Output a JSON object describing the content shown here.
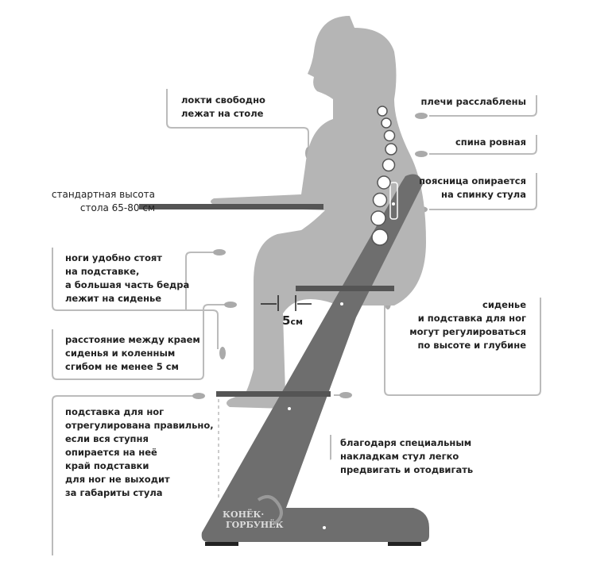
{
  "labels": {
    "elbows": "локти свободно\nлежат на столе",
    "table_height": "стандартная высота\nстола 65-80 см",
    "shoulders": "плечи расслаблены",
    "back": "спина ровная",
    "lumbar": "поясница опирается\nна спинку стула",
    "legs": "ноги удобно стоят\nна подставке,\nа большая часть бедра\nлежит на сиденье",
    "knee_gap": "расстояние между краем\nсиденья и коленным\nсгибом не менее 5 см",
    "seat_adjust": "сиденье\nи подставка для ног\nмогут регулироваться\nпо высоте и глубине",
    "footrest_ok": "подставка для ног\nотрегулирована правильно,\nесли вся ступня\nопирается на неё",
    "footrest_edge": "край подставки\nдля ног не выходит\nза габариты стула",
    "glides": "благодаря специальным\nнакладкам стул легко\nпредвигать и отодвигать",
    "gap_measure": "5",
    "gap_unit": "см"
  },
  "brand": {
    "logo_text": "КОНЁК·ГОРБУНЁК"
  },
  "colors": {
    "figure": "#b3b3b3",
    "chair": "#6e6e6e",
    "bar": "#555555",
    "line": "#b8b8b8"
  }
}
